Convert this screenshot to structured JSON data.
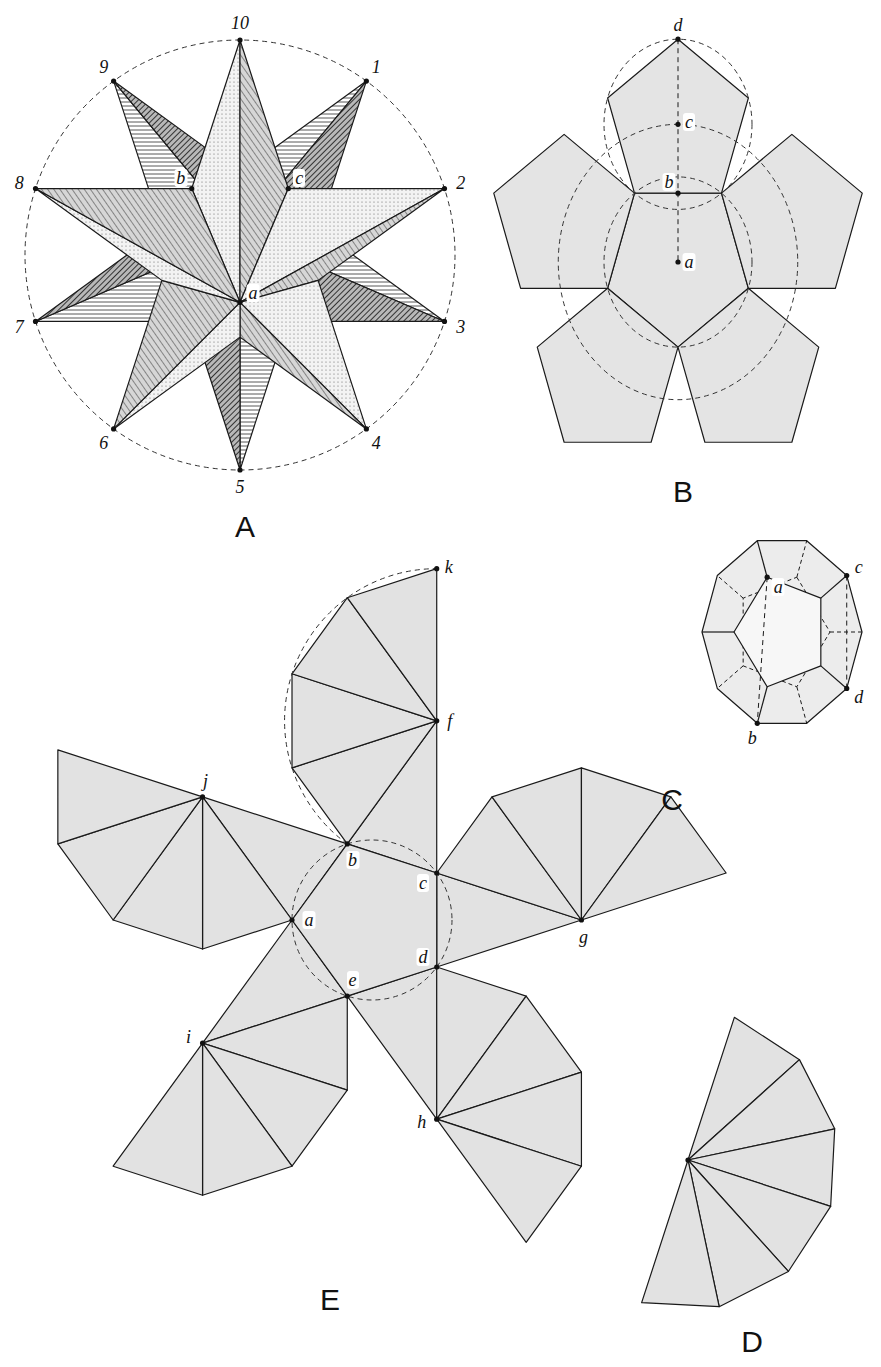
{
  "diagram": {
    "labels": [
      "10",
      "9",
      "1",
      "b",
      "c",
      "8",
      "2",
      "a",
      "7",
      "3",
      "6",
      "4",
      "5",
      "A",
      "d",
      "c",
      "b",
      "a",
      "B",
      "a",
      "c",
      "b",
      "d",
      "C",
      "k",
      "f",
      "j",
      "b",
      "c",
      "g",
      "a",
      "d",
      "e",
      "i",
      "h",
      "E",
      "D"
    ]
  }
}
